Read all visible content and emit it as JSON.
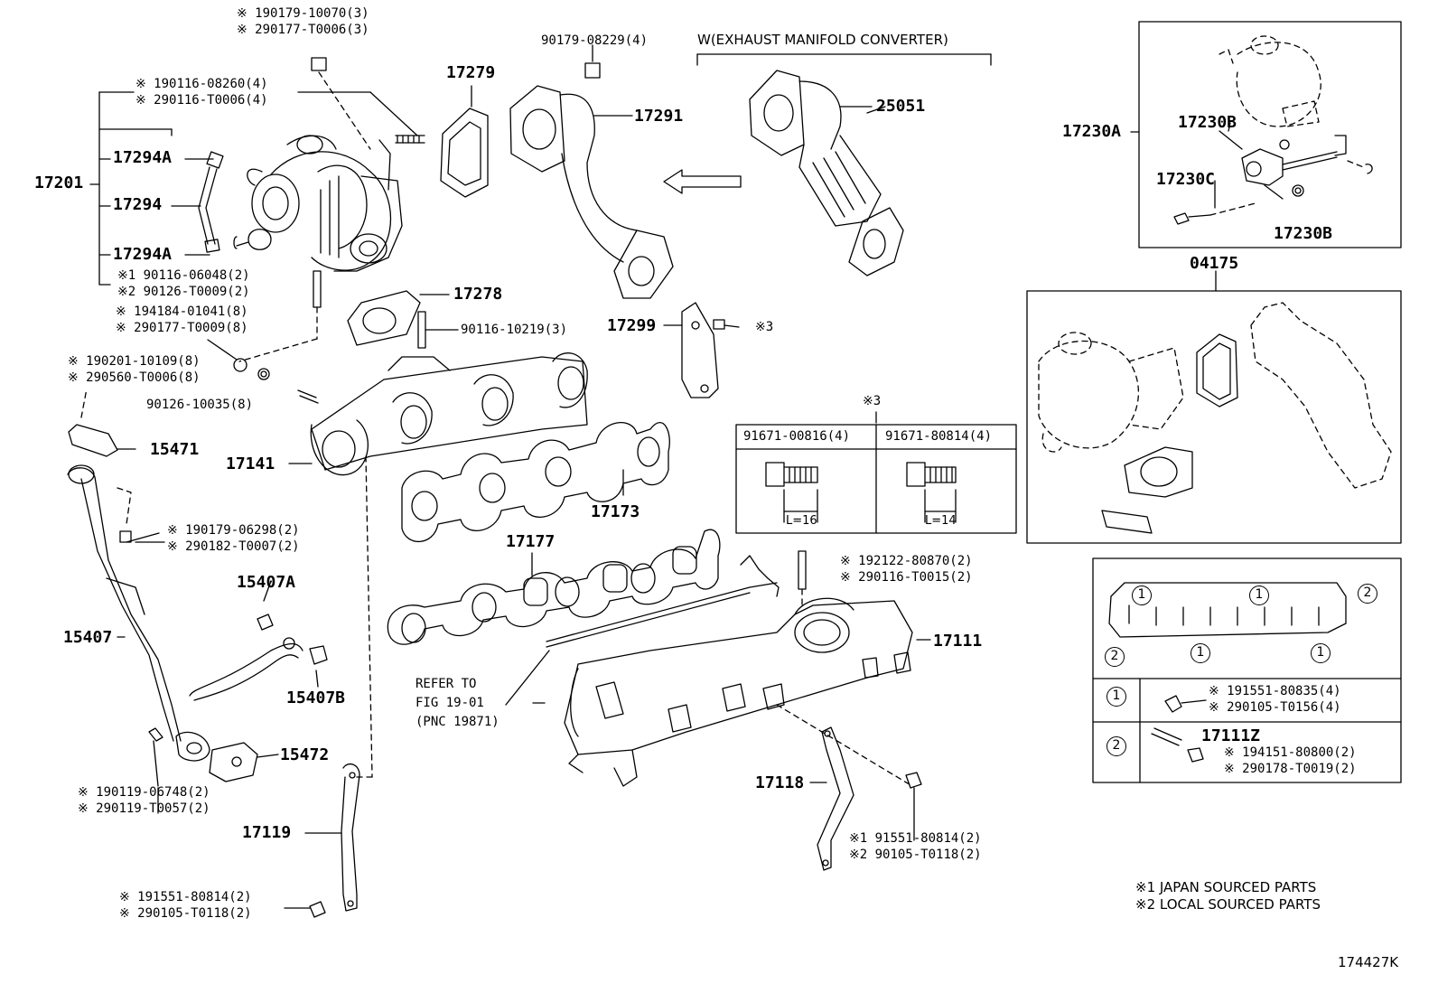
{
  "parts": {
    "p17201": "17201",
    "p17294A_top": "17294A",
    "p17294": "17294",
    "p17294A_bot": "17294A",
    "p17279": "17279",
    "p17291": "17291",
    "p25051": "25051",
    "p17230A": "17230A",
    "p17230B_top": "17230B",
    "p17230C": "17230C",
    "p17230B_bot": "17230B",
    "p04175": "04175",
    "p17278": "17278",
    "p17299": "17299",
    "p15471": "15471",
    "p17141": "17141",
    "p17173": "17173",
    "p17177": "17177",
    "p17111": "17111",
    "p15407A": "15407A",
    "p15407": "15407",
    "p15407B": "15407B",
    "p15472": "15472",
    "p17118": "17118",
    "p17119": "17119",
    "p17111Z": "17111Z",
    "converter_label": "W(EXHAUST MANIFOLD CONVERTER)",
    "note3_marker": "※3"
  },
  "callouts": {
    "c1": "※ 190179-10070(3)",
    "c2": "※ 290177-T0006(3)",
    "c3": "90179-08229(4)",
    "c4": "※ 190116-08260(4)",
    "c5": "※ 290116-T0006(4)",
    "c6": "※1 90116-06048(2)",
    "c7": "※2 90126-T0009(2)",
    "c8": "※ 194184-01041(8)",
    "c9": "※ 290177-T0009(8)",
    "c10": "90116-10219(3)",
    "c11": "※3",
    "c12": "※ 190201-10109(8)",
    "c13": "※ 290560-T0006(8)",
    "c14": "90126-10035(8)",
    "c15": "※ 190179-06298(2)",
    "c16": "※ 290182-T0007(2)",
    "c17": "※ 192122-80870(2)",
    "c18": "※ 290116-T0015(2)",
    "c19": "※ 190119-06748(2)",
    "c20": "※ 290119-T0057(2)",
    "c21": "※ 191551-80814(2)",
    "c22": "※ 290105-T0118(2)",
    "c23": "※1 91551-80814(2)",
    "c24": "※2 90105-T0118(2)",
    "c25": "※ 191551-80835(4)",
    "c26": "※ 290105-T0156(4)",
    "c27": "※ 194151-80800(2)",
    "c28": "※ 290178-T0019(2)"
  },
  "refer": {
    "line1": "REFER TO",
    "line2": "FIG 19-01",
    "line3": "(PNC 19871)"
  },
  "bolt_table": {
    "left_header": "91671-00816(4)",
    "right_header": "91671-80814(4)",
    "left_len": "L=16",
    "right_len": "L=14"
  },
  "pattern_legend": {
    "circle1": "1",
    "circle2": "2"
  },
  "footer": {
    "note1": "※1 JAPAN SOURCED PARTS",
    "note2": "※2 LOCAL SOURCED PARTS",
    "figure_id": "174427K"
  }
}
